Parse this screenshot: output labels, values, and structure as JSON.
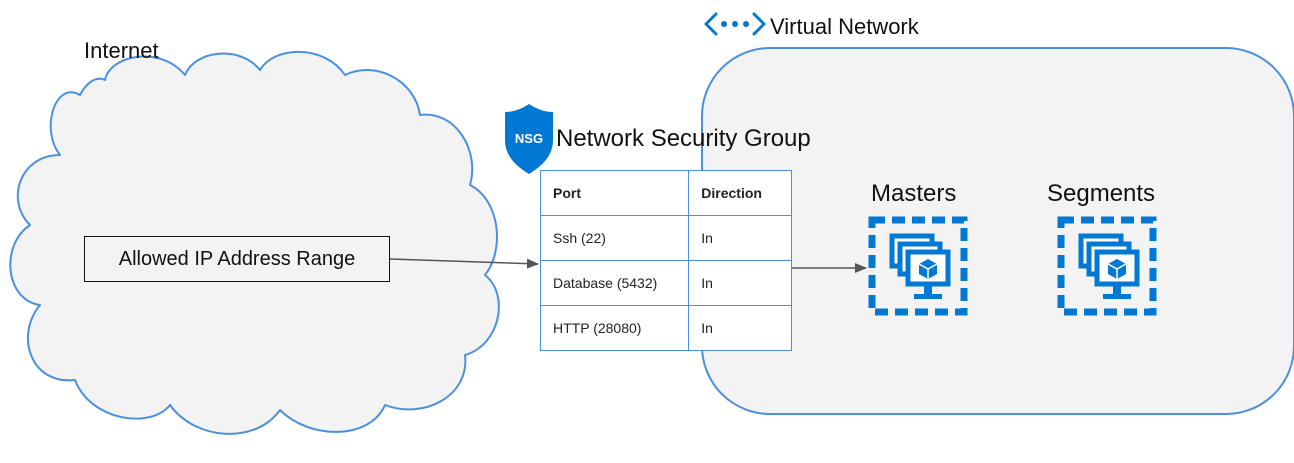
{
  "internet": {
    "label": "Internet"
  },
  "virtual_network": {
    "label": "Virtual Network",
    "icon": "virtual-network-icon"
  },
  "allowed_range": {
    "label": "Allowed IP Address Range"
  },
  "nsg": {
    "badge": "NSG",
    "title": "Network Security Group",
    "headers": [
      "Port",
      "Direction"
    ],
    "rows": [
      {
        "port": "Ssh (22)",
        "direction": "In"
      },
      {
        "port": "Database (5432)",
        "direction": "In"
      },
      {
        "port": "HTTP (28080)",
        "direction": "In"
      }
    ]
  },
  "masters": {
    "label": "Masters",
    "icon": "virtual-machine-scale-set-icon"
  },
  "segments": {
    "label": "Segments",
    "icon": "virtual-machine-scale-set-icon"
  },
  "colors": {
    "accent_blue": "#0078d4",
    "outline_blue": "#4a90e2",
    "cloud_fill": "#f3f3f3",
    "arrow": "#555555"
  }
}
